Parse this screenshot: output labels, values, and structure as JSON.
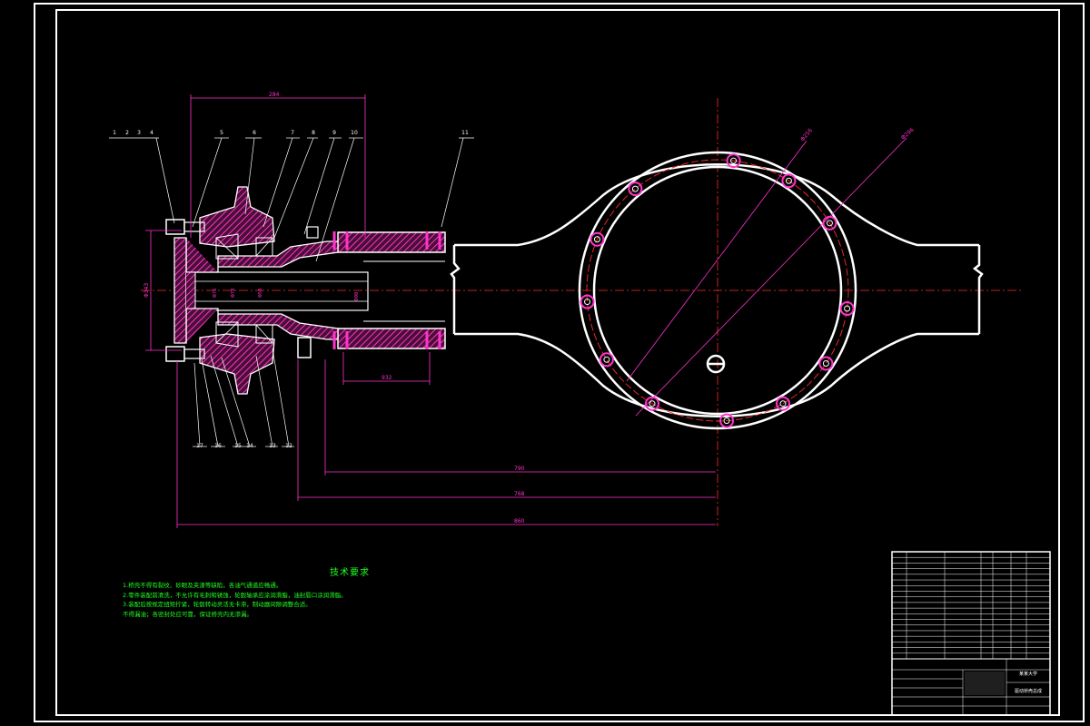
{
  "dimensions": {
    "top": "284",
    "bottom_small": "932",
    "row1": "790",
    "row2": "768",
    "row3": "860",
    "height_left": "Φ343",
    "phi_a": "Φ76",
    "phi_b": "Φ78",
    "phi_c": "Φ58",
    "phi_d": "Φ98",
    "dia_inner": "Φ256",
    "dia_outer": "Φ296"
  },
  "callouts_top": [
    "1",
    "2",
    "3",
    "4",
    "5",
    "6",
    "7",
    "8",
    "9",
    "10",
    "11"
  ],
  "callouts_bottom": [
    "17",
    "16",
    "15",
    "14",
    "13",
    "12"
  ],
  "technical_requirements": {
    "title": "技术要求",
    "lines": [
      "1.桥壳不得有裂纹、砂眼及夹渣等缺陷，各油气通道应畅通。",
      "2.零件装配前清洗，不允许有毛刺和锈蚀，轮毂轴承应涂润滑脂，油封唇口涂润滑脂。",
      "3.装配后按规定扭矩拧紧，轮毂转动灵活无卡滞，制动器间隙调整合适。",
      "  不得漏油；各密封处应可靠，保证桥壳内无渗漏。"
    ]
  },
  "title_block": {
    "parts_rows": 19,
    "title_cell": "驱动桥壳总成",
    "school_cell": "某某大学"
  },
  "colors": {
    "background": "#000000",
    "lines": "#ffffff",
    "section": "#ff33cc",
    "dimension": "#ff33cc",
    "centerline": "#ff2a2a",
    "notes": "#22ff22"
  }
}
